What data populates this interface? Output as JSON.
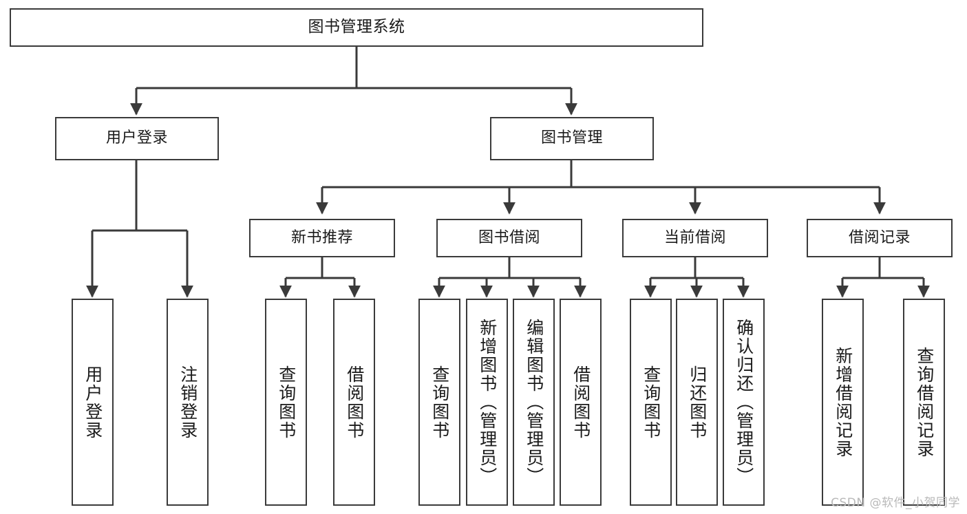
{
  "diagram": {
    "title": "图书管理系统",
    "type": "tree-hierarchy",
    "watermark": "CSDN @软件_小贺同学",
    "colors": {
      "box_border": "#3a3a3a",
      "box_fill": "#ffffff",
      "connector": "#3a3a3a",
      "text": "#1a1a1a",
      "watermark": "#b9b9b9",
      "background": "#ffffff"
    },
    "levels": {
      "root": {
        "label": "图书管理系统"
      },
      "level2": [
        {
          "label": "用户登录"
        },
        {
          "label": "图书管理"
        }
      ],
      "level3": [
        {
          "label": "新书推荐"
        },
        {
          "label": "图书借阅"
        },
        {
          "label": "当前借阅"
        },
        {
          "label": "借阅记录"
        }
      ],
      "leaves": {
        "user_login": [
          {
            "label": "用户登录"
          },
          {
            "label": "注销登录"
          }
        ],
        "new_book_recommend": [
          {
            "label": "查询图书"
          },
          {
            "label": "借阅图书"
          }
        ],
        "book_borrow": [
          {
            "label": "查询图书"
          },
          {
            "label": "新增图书（管理员）"
          },
          {
            "label": "编辑图书（管理员）"
          },
          {
            "label": "借阅图书"
          }
        ],
        "current_borrow": [
          {
            "label": "查询图书"
          },
          {
            "label": "归还图书"
          },
          {
            "label": "确认归还（管理员）"
          }
        ],
        "borrow_record": [
          {
            "label": "新增借阅记录"
          },
          {
            "label": "查询借阅记录"
          }
        ]
      }
    }
  }
}
